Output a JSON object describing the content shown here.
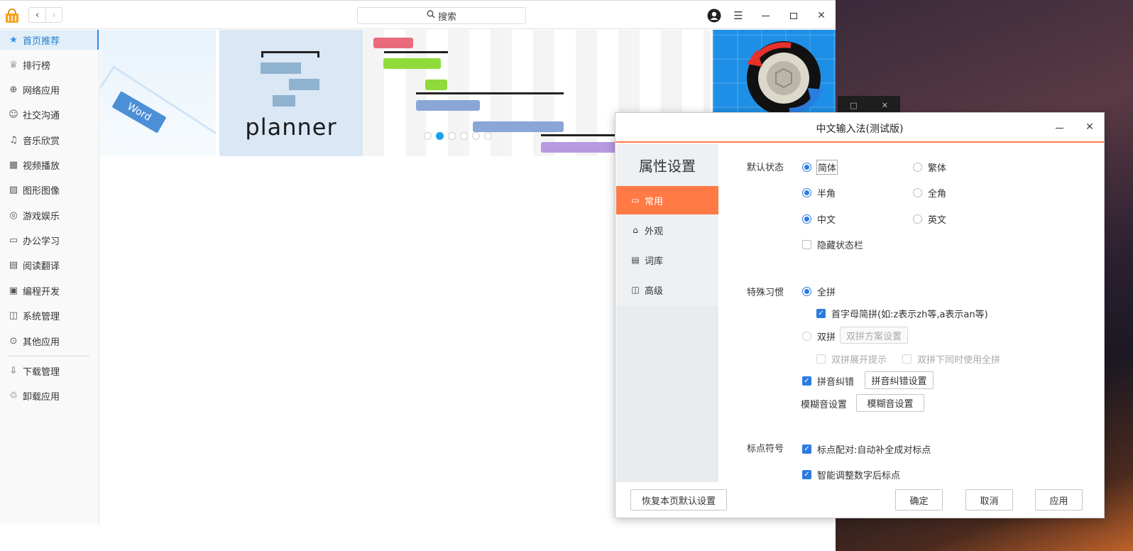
{
  "store": {
    "search_label": "搜索",
    "sidebar": [
      {
        "label": "首页推荐",
        "icon": "star-icon",
        "active": true
      },
      {
        "label": "排行榜",
        "icon": "crown-icon"
      },
      {
        "label": "网络应用",
        "icon": "globe-icon"
      },
      {
        "label": "社交沟通",
        "icon": "chat-icon"
      },
      {
        "label": "音乐欣赏",
        "icon": "music-icon"
      },
      {
        "label": "视频播放",
        "icon": "film-icon"
      },
      {
        "label": "图形图像",
        "icon": "image-icon"
      },
      {
        "label": "游戏娱乐",
        "icon": "gamepad-icon"
      },
      {
        "label": "办公学习",
        "icon": "presentation-icon"
      },
      {
        "label": "阅读翻译",
        "icon": "book-icon"
      },
      {
        "label": "编程开发",
        "icon": "terminal-icon"
      },
      {
        "label": "系统管理",
        "icon": "system-icon"
      },
      {
        "label": "其他应用",
        "icon": "more-icon"
      },
      {
        "label": "下载管理",
        "icon": "download-icon"
      },
      {
        "label": "卸载应用",
        "icon": "trash-icon"
      }
    ],
    "banner": {
      "word_label": "Word",
      "planner_label": "planner",
      "active_dot": 1,
      "dot_count": 6
    }
  },
  "dialog": {
    "title": "中文输入法(测试版)",
    "side_title": "属性设置",
    "nav": [
      {
        "label": "常用",
        "icon": "monitor-icon",
        "active": true
      },
      {
        "label": "外观",
        "icon": "shirt-icon"
      },
      {
        "label": "词库",
        "icon": "dictionary-icon"
      },
      {
        "label": "高级",
        "icon": "layers-icon"
      }
    ],
    "default_state": {
      "label": "默认状态",
      "simplified": "简体",
      "traditional": "繁体",
      "half_width": "半角",
      "full_width": "全角",
      "chinese": "中文",
      "english": "英文",
      "hide_status_bar": "隐藏状态栏"
    },
    "special_habit": {
      "label": "特殊习惯",
      "full_pinyin": "全拼",
      "initial_abbr": "首字母简拼(如:z表示zh等,a表示an等)",
      "double_pinyin": "双拼",
      "double_scheme_btn": "双拼方案设置",
      "double_expand_hint": "双拼展开提示",
      "double_with_full": "双拼下同时使用全拼",
      "pinyin_correction": "拼音纠错",
      "pinyin_correction_btn": "拼音纠错设置",
      "fuzzy_label": "模糊音设置",
      "fuzzy_btn": "模糊音设置"
    },
    "punctuation": {
      "label": "标点符号",
      "pairing": "标点配对:自动补全成对标点",
      "smart_adjust": "智能调整数字后标点"
    },
    "buttons": {
      "restore": "恢复本页默认设置",
      "ok": "确定",
      "cancel": "取消",
      "apply": "应用"
    }
  },
  "colors": {
    "accent": "#ff7a45",
    "check_blue": "#2d7be0",
    "store_blue": "#2d8ef1"
  }
}
